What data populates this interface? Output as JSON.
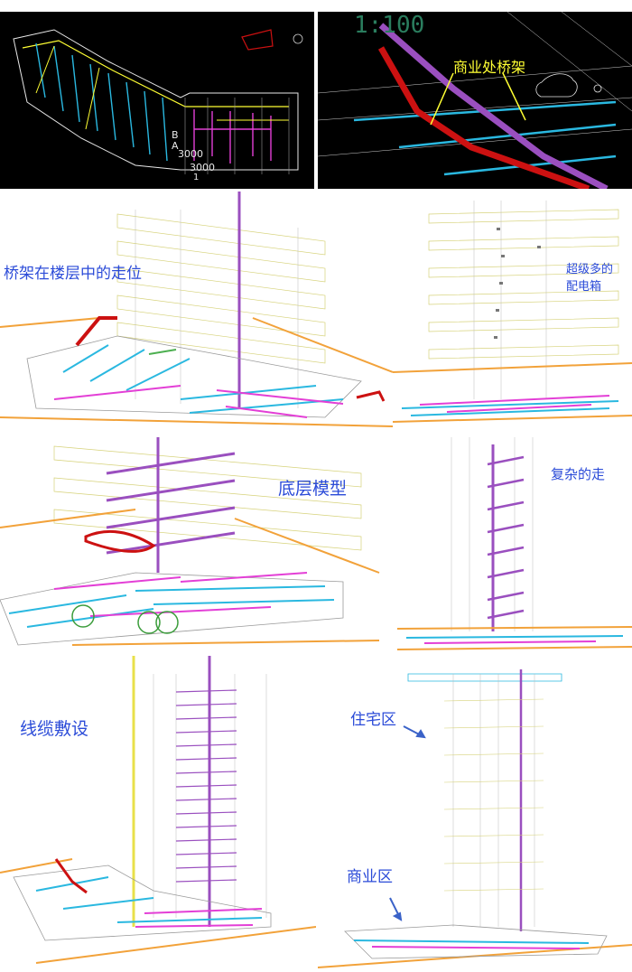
{
  "colors": {
    "cad_background": "#000000",
    "label_blue": "#2b4bd8",
    "label_yellow": "#ffff33",
    "tray_red": "#cc1111",
    "tray_purple": "#9a4fbf",
    "grid_yellow": "#d6d27a",
    "floor_orange": "#f2a23a",
    "pipe_cyan": "#2ab8e0",
    "pipe_magenta": "#e33fd6"
  },
  "panels": {
    "plan_view": {
      "dim_text_1": "3000",
      "dim_text_2": "3000",
      "grid_letter_b": "B",
      "grid_letter_a": "A",
      "grid_number": "1"
    },
    "cad_zoom": {
      "scale_text": "1:100",
      "annotation": "商业处桥架"
    },
    "tray_routing": {
      "annotation": "桥架在楼层中的走位"
    },
    "many_boxes": {
      "annotation_line1": "超级多的",
      "annotation_line2": "配电箱"
    },
    "base_model": {
      "annotation": "底层模型"
    },
    "complex_route": {
      "annotation": "复杂的走"
    },
    "cable_laying": {
      "annotation": "线缆敷设"
    },
    "zones": {
      "residential": "住宅区",
      "commercial": "商业区"
    }
  }
}
